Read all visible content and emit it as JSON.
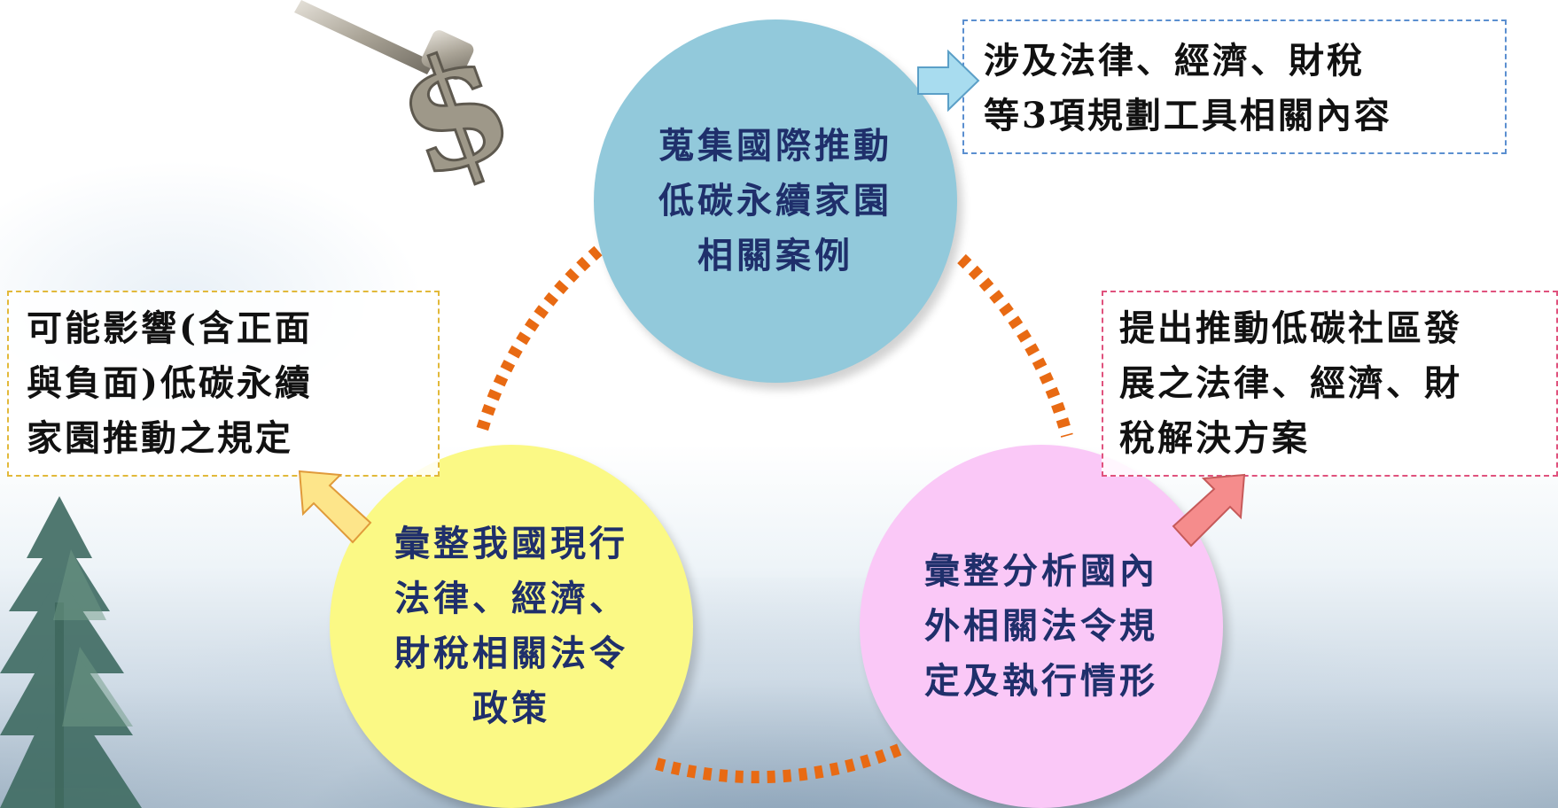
{
  "diagram": {
    "nodes": [
      {
        "id": "top",
        "label": "蒐集國際推動\n低碳永續家園\n相關案例",
        "color": "#92c9db"
      },
      {
        "id": "left",
        "label": "彙整我國現行\n法律、經濟、\n財稅相關法令\n政策",
        "color": "#fbf985"
      },
      {
        "id": "right",
        "label": "彙整分析國內\n外相關法令規\n定及執行情形",
        "color": "#fac8f7"
      }
    ],
    "callouts": [
      {
        "id": "top",
        "text": "涉及法律、經濟、財稅\n等3項規劃工具相關內容",
        "border_color": "#5b8fd0",
        "arrow_color": "#a8dcef"
      },
      {
        "id": "left",
        "text": "可能影響(含正面\n與負面)低碳永續\n家園推動之規定",
        "border_color": "#e2b93a",
        "arrow_color": "#fde58a"
      },
      {
        "id": "right",
        "text": "提出推動低碳社區發\n展之法律、經濟、財\n稅解決方案",
        "border_color": "#e0527d",
        "arrow_color": "#f58c8c"
      }
    ],
    "connector_color": "#e86a13",
    "icons": [
      "key-with-dollar-sign-icon",
      "pine-tree-illustration"
    ]
  }
}
